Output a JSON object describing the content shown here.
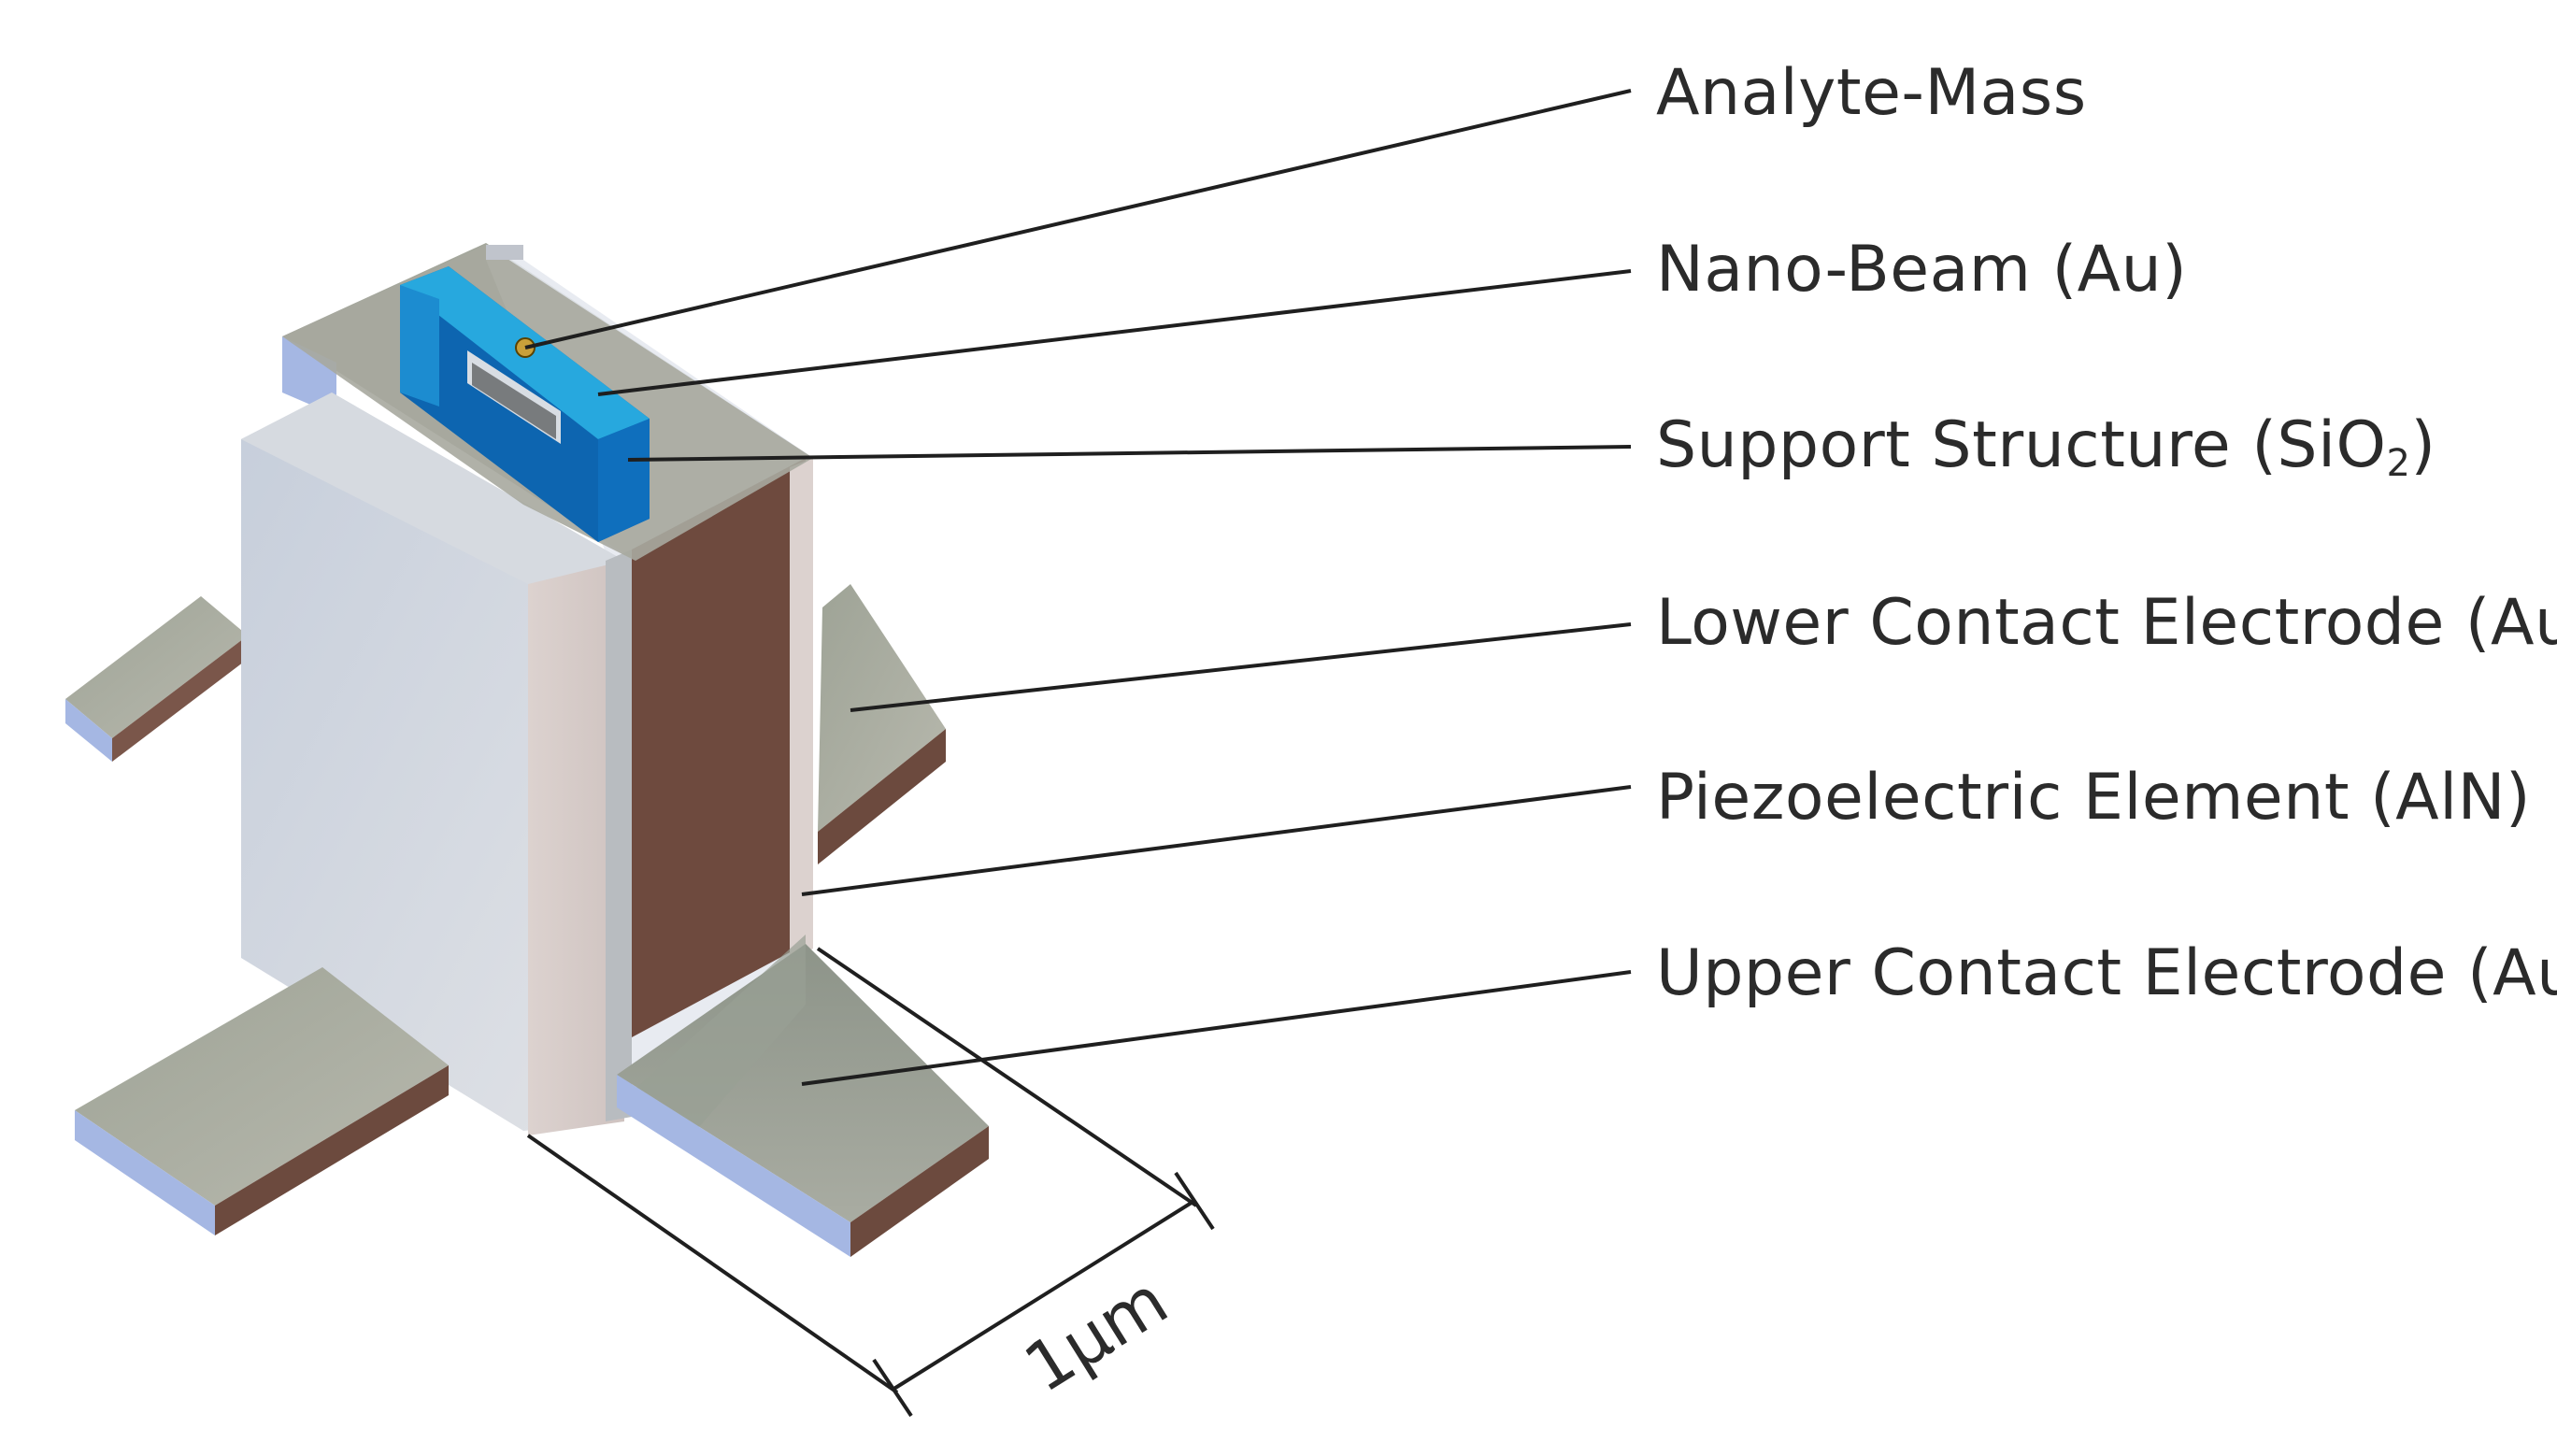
{
  "labels": {
    "analyte_mass": "Analyte-Mass",
    "nano_beam": "Nano-Beam (Au)",
    "support_structure_prefix": "Support Structure (SiO",
    "support_structure_sub": "2",
    "support_structure_suffix": ")",
    "lower_electrode": "Lower Contact Electrode (Au)",
    "piezo_element": "Piezoelectric Element (AlN)",
    "upper_electrode": "Upper Contact Electrode (Au)"
  },
  "dimension": {
    "label": "1µm"
  },
  "colors": {
    "leader_line": "#1f1f1f",
    "gold_top": "#a9ab9f",
    "gold_side_blue": "#a5b7e3",
    "gold_side_brown": "#6c4a3e",
    "piezo_front": "#ccd3de",
    "piezo_side": "#d9cdca",
    "electrode_brown": "#724e42",
    "beam_blue": "#24a6db",
    "beam_dark": "#0d65b0",
    "analyte": "#c9a03a"
  }
}
